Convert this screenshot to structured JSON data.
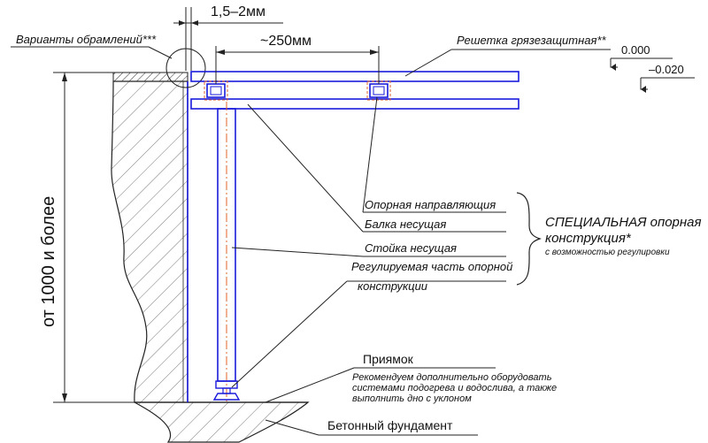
{
  "dimensions": {
    "gap": "1,5–2мм",
    "spacing": "~250мм",
    "depth": "от 1000 и более"
  },
  "levels": {
    "top": "0.000",
    "bottom": "–0.020"
  },
  "labels": {
    "frame_variants": "Варианты обрамлений***",
    "grate": "Решетка грязезащитная**",
    "guide": "Опорная направляющия",
    "beam": "Балка несущая",
    "post": "Стойка несущая",
    "adjustable_1": "Регулируемая часть опорной",
    "adjustable_2": "конструкции",
    "special_1": "СПЕЦИАЛЬНАЯ опорная",
    "special_2": "конструкция*",
    "special_3": "с возможностью регулировки",
    "pit": "Приямок",
    "recommend_1": "Рекомендуем дополнительно оборудовать",
    "recommend_2": "системами подогрева и водослива, а также",
    "recommend_3": "выполнить дно с уклоном",
    "foundation": "Бетонный фундамент"
  },
  "colors": {
    "structure": "#1a1adb",
    "center_line": "#e0602a",
    "line": "#222222"
  }
}
